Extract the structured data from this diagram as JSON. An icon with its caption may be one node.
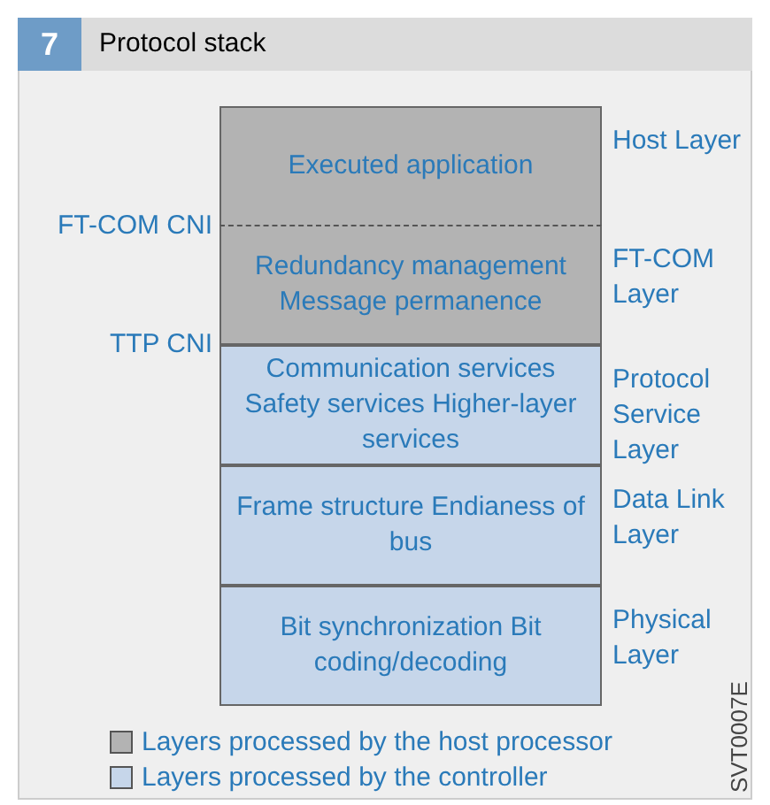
{
  "diagram": {
    "title": "Protocol stack",
    "nodes": [
      {
        "text": [
          "Executed application"
        ],
        "beside": [
          "Host Layer"
        ]
      },
      {
        "text": [
          "Redundancy management Message permanence"
        ],
        "beside": [
          "FT-COM Layer"
        ]
      },
      {
        "text": [
          "Communication services Safety services Higher-layer services"
        ],
        "beside": [
          "Protocol Service Layer"
        ]
      },
      {
        "text": [
          "Frame structure Endianess of bus"
        ],
        "beside": [
          "Data Link Layer"
        ]
      },
      {
        "text": [
          "Bit synchronization Bit coding/decoding"
        ],
        "beside": [
          "Physical Layer"
        ]
      }
    ],
    "edges": [],
    "labels": [
      "7",
      "FT-COM CNI",
      "TTP CNI",
      "SVT0007E"
    ],
    "legend": [
      {
        "text": "Layers processed by the host processor",
        "color": "#b3b3b3"
      },
      {
        "text": "Layers processed by the controller",
        "color": "#c6d6ea"
      }
    ]
  }
}
